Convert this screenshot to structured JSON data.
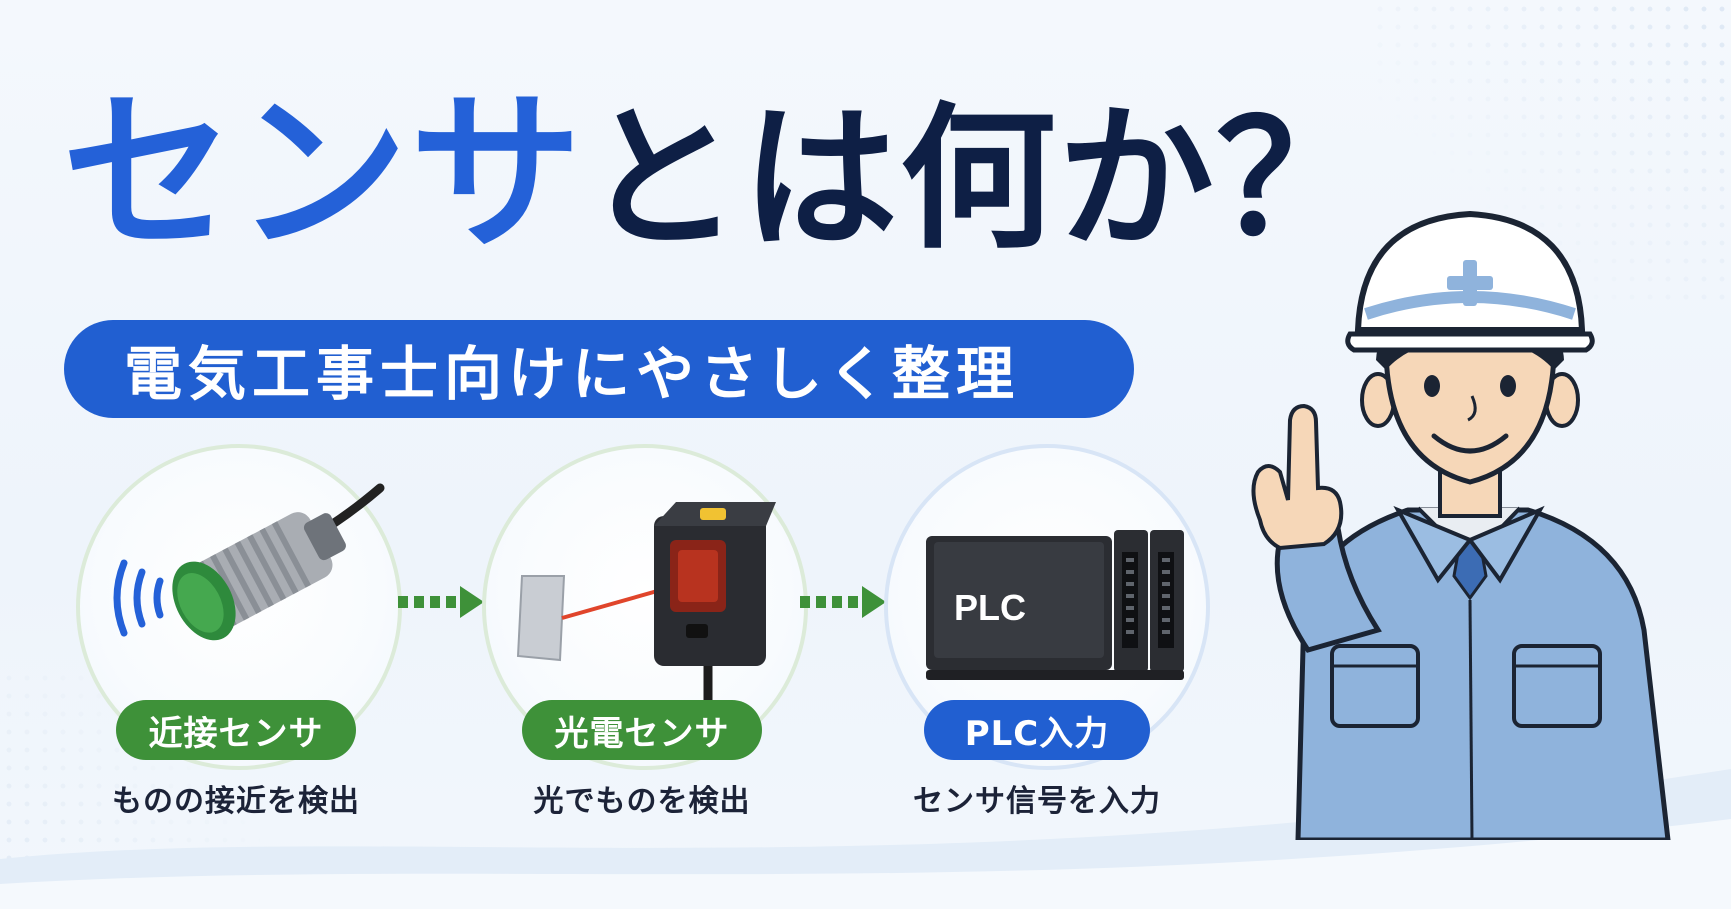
{
  "title": {
    "highlight": "センサ",
    "rest": "とは何か？"
  },
  "subtitle": "電気工事士向けにやさしく整理",
  "items": [
    {
      "badge": "近接センサ",
      "caption": "ものの接近を検出"
    },
    {
      "badge": "光電センサ",
      "caption": "光でものを検出"
    },
    {
      "badge": "PLC入力",
      "caption": "センサ信号を入力",
      "device_label": "PLC"
    }
  ],
  "colors": {
    "primary_blue": "#215fd1",
    "navy": "#0e1f45",
    "green": "#3e9139",
    "background": "#eef4fb"
  }
}
